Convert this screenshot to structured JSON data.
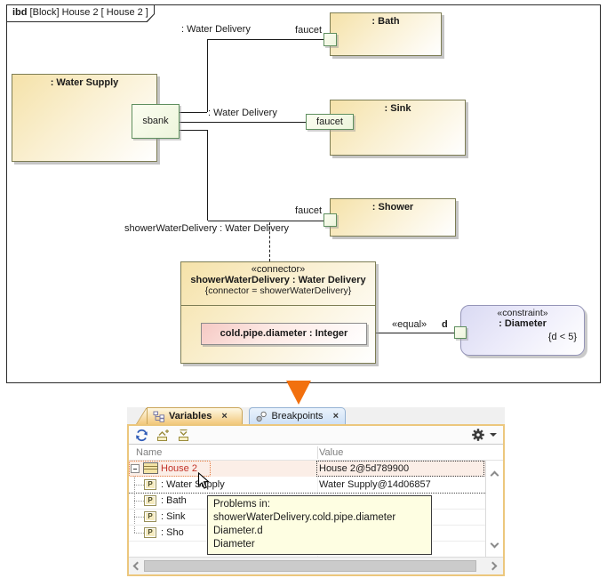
{
  "diagram": {
    "frame": {
      "keyword": "ibd",
      "title_rest": " [Block] House 2 [ House 2 ]"
    },
    "blocks": {
      "water_supply": {
        "label": ": Water Supply",
        "port": "sbank"
      },
      "bath": {
        "label": ": Bath",
        "port": "faucet"
      },
      "sink": {
        "label": ": Sink",
        "port": "faucet"
      },
      "shower": {
        "label": ": Shower",
        "port": "faucet"
      }
    },
    "connector_labels": {
      "bath": ": Water Delivery",
      "sink": ": Water Delivery",
      "shower": "showerWaterDelivery : Water Delivery"
    },
    "connector_box": {
      "stereotype": "«connector»",
      "name": "showerWaterDelivery : Water Delivery",
      "constraint": "{connector = showerWaterDelivery}",
      "property": "cold.pipe.diameter : Integer"
    },
    "equal_label": "«equal»",
    "constraint_block": {
      "stereotype": "«constraint»",
      "name": ": Diameter",
      "expression": "{d < 5}",
      "port": "d"
    }
  },
  "panel": {
    "tabs": [
      {
        "label": "Variables",
        "close": "×"
      },
      {
        "label": "Breakpoints",
        "close": "×"
      }
    ],
    "columns": {
      "name": "Name",
      "value": "Value"
    },
    "port_icon_letter": "P",
    "rows": [
      {
        "name": "House 2",
        "value": "House 2@5d789900"
      },
      {
        "name": ": Water Supply",
        "value": "Water Supply@14d06857"
      },
      {
        "name": ": Bath"
      },
      {
        "name": ": Sink"
      },
      {
        "name": ": Sho"
      }
    ],
    "tooltip": {
      "line1": "Problems in:",
      "line2": "showerWaterDelivery.cold.pipe.diameter",
      "line3": "Diameter.d",
      "line4": "Diameter"
    }
  },
  "icons": {
    "variables_tab": "tree-hierarchy",
    "breakpoints_tab": "two-circles",
    "refresh": "blue-circular-arrows",
    "expand_all": "box-chevron-up-plus",
    "collapse_all": "box-chevron-down",
    "gear": "settings-gear",
    "house_row": "block-compartments",
    "part_property": "P-square"
  },
  "colors": {
    "block_fill": "#f5e2a9",
    "block_border": "#7d7d54",
    "port_border": "#5f8f5f",
    "constraint_fill": "#dadaf3",
    "property_fill": "#f5c9c4",
    "arrow_orange": "#f2700e",
    "panel_border": "#ecc77d",
    "tab_gold": "#f2c87c",
    "tab_blue": "#cee1f6",
    "selected_row_red": "#c23227",
    "tooltip_bg": "#fefee2"
  }
}
